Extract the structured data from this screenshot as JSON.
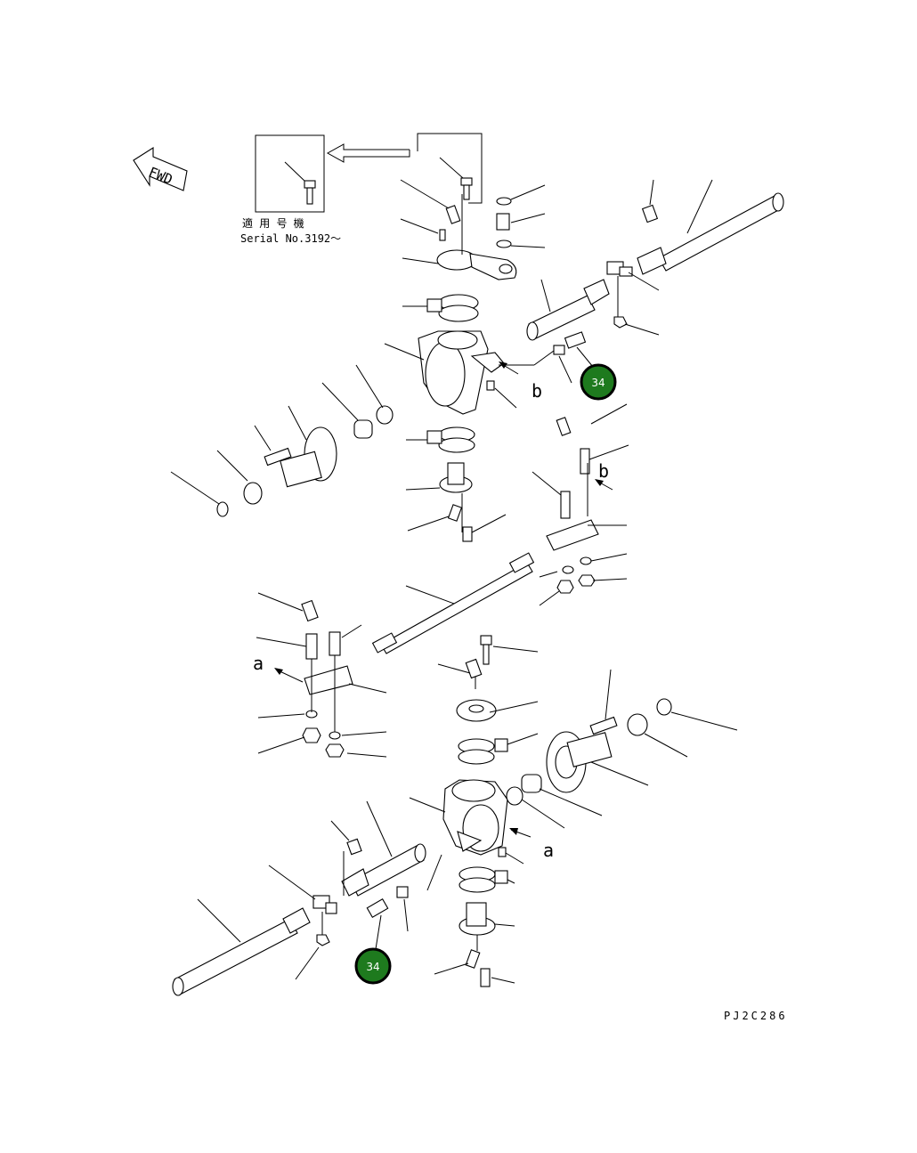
{
  "fwd_label": "FWD",
  "serial_note": {
    "line1": "適 用 号 機",
    "line2": "Serial No.3192〜"
  },
  "letter_labels": {
    "a": "a",
    "b": "b"
  },
  "callouts": [
    {
      "number": "34",
      "color": "#1e7a1e"
    },
    {
      "number": "34",
      "color": "#1e7a1e"
    }
  ],
  "drawing_code": "PJ2C286"
}
